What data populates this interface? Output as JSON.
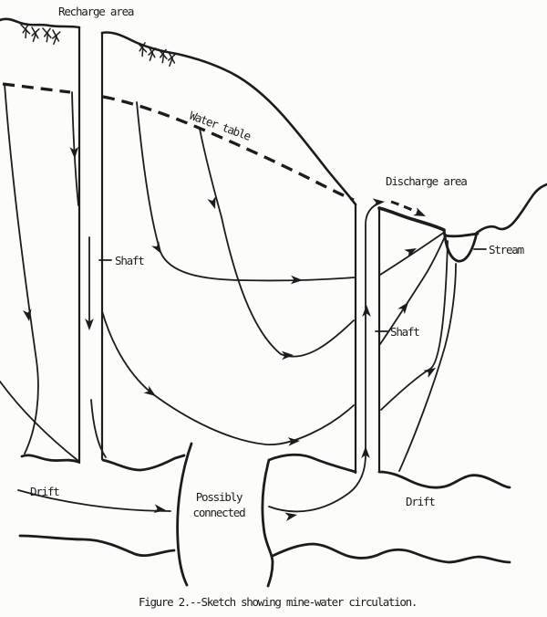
{
  "figure": {
    "caption": "Figure 2.--Sketch showing mine-water circulation."
  },
  "labels": {
    "recharge_area": "Recharge area",
    "water_table": "Water table",
    "discharge_area": "Discharge area",
    "stream": "Stream",
    "left_shaft": "Shaft",
    "right_shaft": "Shaft",
    "left_drift": "Drift",
    "right_drift": "Drift",
    "possibly_connected_line1": "Possibly",
    "possibly_connected_line2": "connected"
  },
  "colors": {
    "ink": "#1c1c1c",
    "paper": "#fcfcfa"
  }
}
